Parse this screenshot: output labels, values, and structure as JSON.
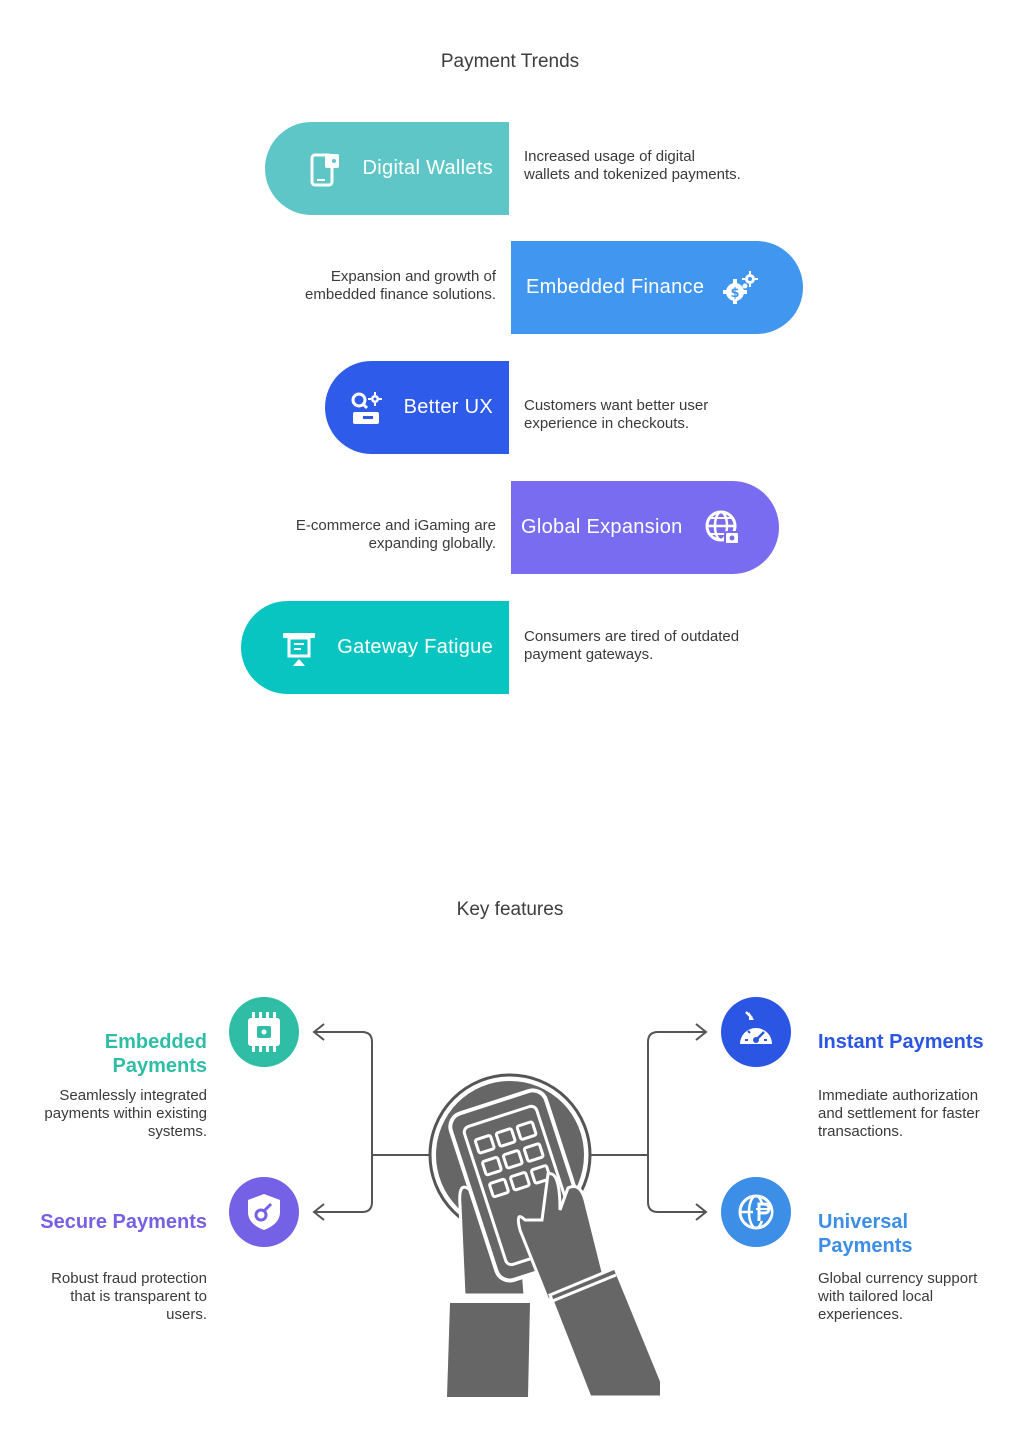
{
  "trends": {
    "title": "Payment Trends",
    "items": [
      {
        "label": "Digital Wallets",
        "description": "Increased usage of digital wallets and tokenized payments.",
        "color": "#5ec6c6",
        "icon": "phone-wallet-icon"
      },
      {
        "label": "Embedded Finance",
        "description": "Expansion and growth of embedded finance solutions.",
        "color": "#4196f0",
        "icon": "gear-dollar-icon"
      },
      {
        "label": "Better UX",
        "description": "Customers want better user experience in checkouts.",
        "color": "#2f5bea",
        "icon": "user-settings-icon"
      },
      {
        "label": "Global Expansion",
        "description": "E-commerce and iGaming are expanding globally.",
        "color": "#7a6cf0",
        "icon": "globe-lock-icon"
      },
      {
        "label": "Gateway Fatigue",
        "description": "Consumers are tired of outdated payment gateways.",
        "color": "#08c5c1",
        "icon": "receipt-icon"
      }
    ]
  },
  "features": {
    "title": "Key features",
    "items": [
      {
        "title": "Embedded Payments",
        "description": "Seamlessly integrated payments within existing systems.",
        "color": "#2fbea5",
        "icon": "chip-icon"
      },
      {
        "title": "Secure Payments",
        "description": "Robust fraud protection that is transparent to users.",
        "color": "#7561e6",
        "icon": "shield-key-icon"
      },
      {
        "title": "Instant Payments",
        "description": "Immediate authorization and settlement for faster transactions.",
        "color": "#2a56e3",
        "icon": "speedometer-icon"
      },
      {
        "title": "Universal Payments",
        "description": "Global currency support with tailored local experiences.",
        "color": "#3d8ee6",
        "icon": "globe-currency-icon"
      }
    ],
    "center_icon": "hands-phone-icon"
  }
}
